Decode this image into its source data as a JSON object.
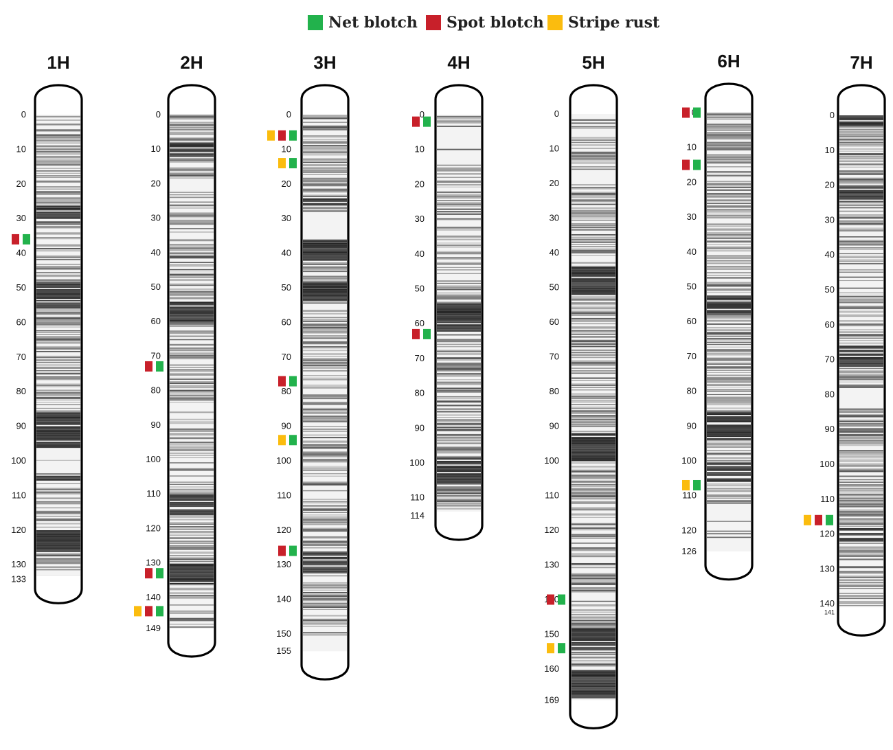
{
  "legend": [
    {
      "label": "Net blotch",
      "color": "#22b24c",
      "icon": "square-swatch"
    },
    {
      "label": "Spot blotch",
      "color": "#c8202a",
      "icon": "square-swatch"
    },
    {
      "label": "Stripe rust",
      "color": "#fbbc0e",
      "icon": "square-swatch"
    }
  ],
  "colors": {
    "net": "#22b24c",
    "spot": "#c8202a",
    "stripe": "#fbbc0e",
    "outline": "#000000"
  },
  "chromosomes": [
    {
      "name": "1H",
      "length": 133,
      "ticks": [
        "0",
        "10",
        "20",
        "30",
        "40",
        "50",
        "60",
        "70",
        "80",
        "90",
        "100",
        "110",
        "120",
        "130",
        "133"
      ],
      "tick_values": [
        0,
        10,
        20,
        30,
        40,
        50,
        60,
        70,
        80,
        90,
        100,
        110,
        120,
        130,
        133
      ],
      "dense_regions": [
        [
          26,
          30
        ],
        [
          48,
          56
        ],
        [
          86,
          96
        ],
        [
          104,
          106
        ],
        [
          120,
          126
        ]
      ],
      "sparse_regions": [
        [
          96,
          102
        ]
      ],
      "markers": [
        {
          "pos": 36,
          "traits": [
            "spot",
            "net"
          ]
        }
      ]
    },
    {
      "name": "2H",
      "length": 149,
      "ticks": [
        "0",
        "10",
        "20",
        "30",
        "40",
        "50",
        "60",
        "70",
        "80",
        "90",
        "100",
        "110",
        "120",
        "130",
        "140",
        "149"
      ],
      "tick_values": [
        0,
        10,
        20,
        30,
        40,
        50,
        60,
        70,
        80,
        90,
        100,
        110,
        120,
        130,
        140,
        149
      ],
      "dense_regions": [
        [
          8,
          12
        ],
        [
          54,
          60
        ],
        [
          110,
          116
        ],
        [
          130,
          136
        ]
      ],
      "sparse_regions": [
        [
          18,
          22
        ],
        [
          32,
          36
        ],
        [
          84,
          88
        ]
      ],
      "markers": [
        {
          "pos": 73,
          "traits": [
            "spot",
            "net"
          ]
        },
        {
          "pos": 133,
          "traits": [
            "spot",
            "net"
          ]
        },
        {
          "pos": 144,
          "traits": [
            "stripe",
            "spot",
            "net"
          ]
        }
      ]
    },
    {
      "name": "3H",
      "length": 155,
      "ticks": [
        "0",
        "10",
        "20",
        "30",
        "40",
        "50",
        "60",
        "70",
        "80",
        "90",
        "100",
        "110",
        "120",
        "130",
        "140",
        "150",
        "155"
      ],
      "tick_values": [
        0,
        10,
        20,
        30,
        40,
        50,
        60,
        70,
        80,
        90,
        100,
        110,
        120,
        130,
        140,
        150,
        155
      ],
      "dense_regions": [
        [
          24,
          26
        ],
        [
          36,
          42
        ],
        [
          48,
          54
        ],
        [
          126,
          132
        ]
      ],
      "sparse_regions": [
        [
          28,
          36
        ],
        [
          150,
          155
        ]
      ],
      "markers": [
        {
          "pos": 6,
          "traits": [
            "stripe",
            "spot",
            "net"
          ]
        },
        {
          "pos": 14,
          "traits": [
            "stripe",
            "net"
          ]
        },
        {
          "pos": 77,
          "traits": [
            "spot",
            "net"
          ]
        },
        {
          "pos": 94,
          "traits": [
            "stripe",
            "net"
          ]
        },
        {
          "pos": 126,
          "traits": [
            "spot",
            "net"
          ]
        }
      ]
    },
    {
      "name": "4H",
      "length": 114,
      "ticks": [
        "0",
        "10",
        "20",
        "30",
        "40",
        "50",
        "60",
        "70",
        "80",
        "90",
        "100",
        "110",
        "114"
      ],
      "tick_values": [
        0,
        10,
        20,
        30,
        40,
        50,
        60,
        70,
        80,
        90,
        100,
        110,
        114
      ],
      "dense_regions": [
        [
          54,
          62
        ],
        [
          98,
          106
        ]
      ],
      "sparse_regions": [
        [
          4,
          14
        ]
      ],
      "markers": [
        {
          "pos": 2,
          "traits": [
            "spot",
            "net"
          ]
        },
        {
          "pos": 63,
          "traits": [
            "spot",
            "net"
          ]
        }
      ]
    },
    {
      "name": "5H",
      "length": 169,
      "ticks": [
        "0",
        "10",
        "20",
        "30",
        "40",
        "50",
        "60",
        "70",
        "80",
        "90",
        "100",
        "110",
        "120",
        "130",
        "140",
        "150",
        "160",
        "169"
      ],
      "tick_values": [
        0,
        10,
        20,
        30,
        40,
        50,
        60,
        70,
        80,
        90,
        100,
        110,
        120,
        130,
        140,
        150,
        160,
        169
      ],
      "dense_regions": [
        [
          44,
          52
        ],
        [
          92,
          100
        ],
        [
          148,
          154
        ],
        [
          160,
          168
        ]
      ],
      "sparse_regions": [
        [
          4,
          8
        ],
        [
          14,
          20
        ]
      ],
      "markers": [
        {
          "pos": 140,
          "traits": [
            "spot",
            "net"
          ]
        },
        {
          "pos": 154,
          "traits": [
            "stripe",
            "net"
          ]
        }
      ]
    },
    {
      "name": "6H",
      "length": 126,
      "ticks": [
        "0",
        "10",
        "20",
        "30",
        "40",
        "50",
        "60",
        "70",
        "80",
        "90",
        "100",
        "110",
        "120",
        "126"
      ],
      "tick_values": [
        0,
        10,
        20,
        30,
        40,
        50,
        60,
        70,
        80,
        90,
        100,
        110,
        120,
        126
      ],
      "dense_regions": [
        [
          52,
          58
        ],
        [
          86,
          94
        ],
        [
          100,
          106
        ]
      ],
      "sparse_regions": [
        [
          112,
          126
        ]
      ],
      "markers": [
        {
          "pos": 0,
          "traits": [
            "spot",
            "net"
          ]
        },
        {
          "pos": 15,
          "traits": [
            "spot",
            "net"
          ]
        },
        {
          "pos": 107,
          "traits": [
            "stripe",
            "net"
          ]
        }
      ]
    },
    {
      "name": "7H",
      "length": 141,
      "ticks": [
        "0",
        "10",
        "20",
        "30",
        "40",
        "50",
        "60",
        "70",
        "80",
        "90",
        "100",
        "110",
        "120",
        "130",
        "140",
        "141"
      ],
      "tick_values": [
        0,
        10,
        20,
        30,
        40,
        50,
        60,
        70,
        80,
        90,
        100,
        110,
        120,
        130,
        140,
        141
      ],
      "dense_regions": [
        [
          0,
          3
        ],
        [
          20,
          24
        ],
        [
          66,
          72
        ],
        [
          118,
          122
        ]
      ],
      "sparse_regions": [
        [
          78,
          84
        ]
      ],
      "markers": [
        {
          "pos": 116,
          "traits": [
            "stripe",
            "spot",
            "net"
          ]
        }
      ]
    }
  ]
}
